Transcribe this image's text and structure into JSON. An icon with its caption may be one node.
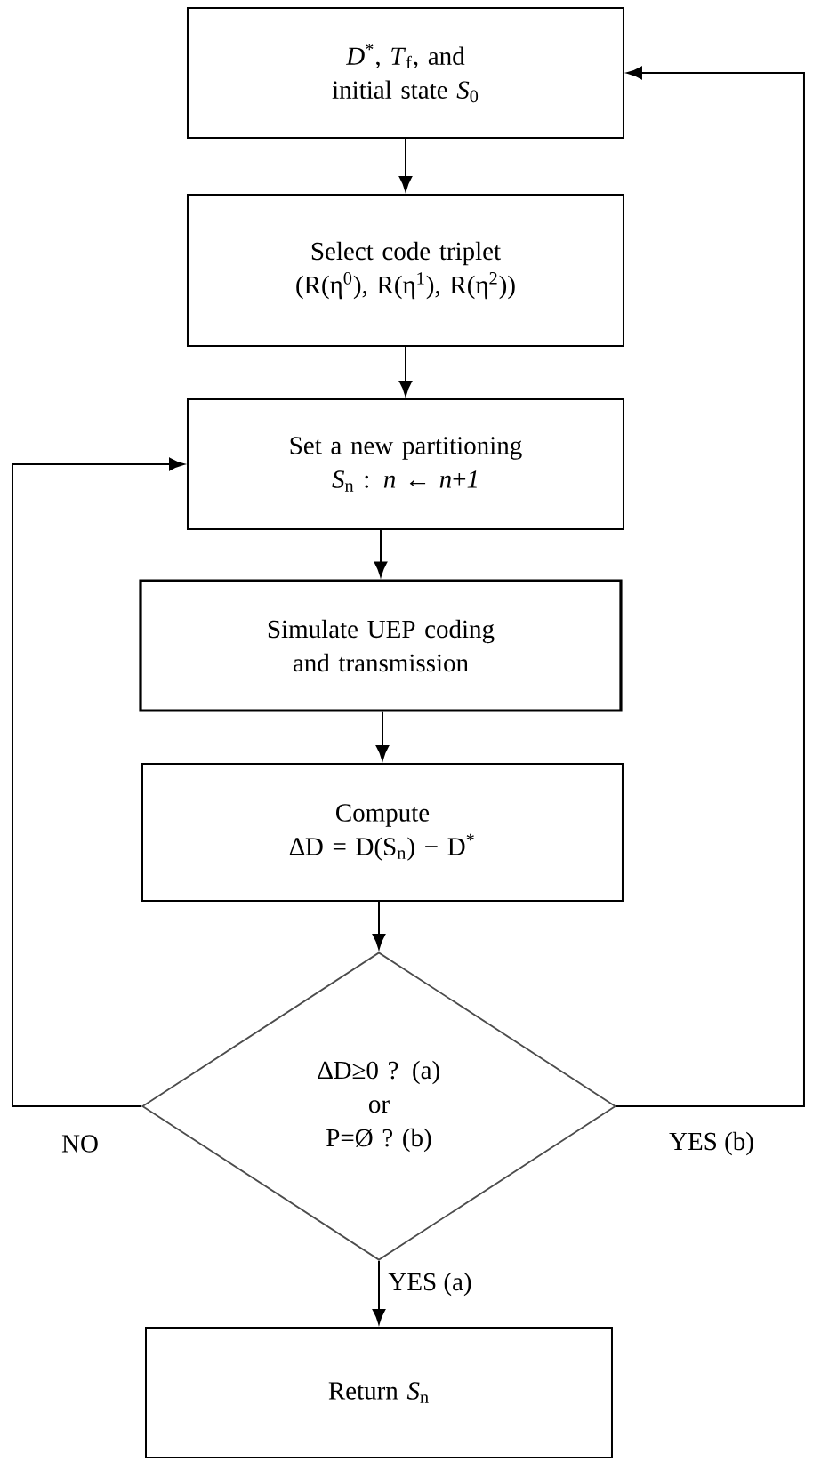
{
  "diagram": {
    "nodes": [
      {
        "text": [
          "*D*$^{*}$, *T*$_{f}$, and initial state *S*$_{0}$"
        ]
      },
      {
        "text": [
          "Select code triplet",
          "(R(η$^{0}$), R(η$^{1}$), R(η$^{2}$))"
        ]
      },
      {
        "text": [
          "Set a new partitioning",
          "*S*$_{n}$ : *n* ← *n*+*1*"
        ]
      },
      {
        "text": [
          "Simulate UEP coding and transmission"
        ]
      },
      {
        "text": [
          "Compute",
          "∆D = D(S$_{n}$) − D$^{*}$"
        ]
      },
      {
        "text": [
          "∆D≥0 ? (a)",
          "or",
          "P=Ø ? (b)"
        ]
      },
      {
        "text": [
          "Return *S*$_{n}$"
        ]
      }
    ],
    "edges": [
      {
        "from": 0,
        "to": 1,
        "arrow": "to"
      },
      {
        "from": 1,
        "to": 2,
        "arrow": "to"
      },
      {
        "from": 2,
        "to": 3,
        "arrow": "to"
      },
      {
        "from": 3,
        "to": 4,
        "arrow": "to"
      },
      {
        "from": 4,
        "to": 5,
        "arrow": "to"
      },
      {
        "from": 5,
        "to": 6,
        "arrow": "to",
        "label": "YES (a)"
      },
      {
        "from": 5,
        "to": 2,
        "arrow": "to",
        "label": "NO"
      },
      {
        "from": 5,
        "to": 0,
        "arrow": "to",
        "label": "YES (b)"
      }
    ]
  }
}
